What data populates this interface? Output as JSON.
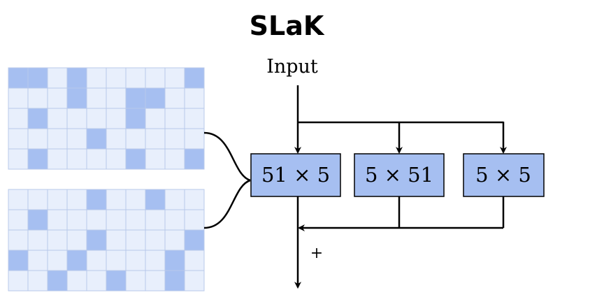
{
  "title": "SLaK",
  "input_label": "Input",
  "plus_label": "+",
  "boxes": [
    {
      "label": "51 × 5"
    },
    {
      "label": "5 × 51"
    },
    {
      "label": "5 × 5"
    }
  ],
  "colors": {
    "box_fill": "#a6bff1",
    "box_stroke": "#000000",
    "cell_light": "#e8effc",
    "cell_dark": "#a6bff1",
    "cell_border": "#b8c9ea"
  },
  "grids": [
    {
      "rows": 5,
      "cols": 10,
      "filled": [
        [
          0,
          0
        ],
        [
          0,
          1
        ],
        [
          0,
          3
        ],
        [
          0,
          9
        ],
        [
          1,
          3
        ],
        [
          1,
          6
        ],
        [
          1,
          7
        ],
        [
          2,
          1
        ],
        [
          2,
          6
        ],
        [
          3,
          4
        ],
        [
          4,
          1
        ],
        [
          4,
          6
        ],
        [
          4,
          9
        ]
      ]
    },
    {
      "rows": 5,
      "cols": 10,
      "filled": [
        [
          0,
          4
        ],
        [
          0,
          7
        ],
        [
          1,
          1
        ],
        [
          2,
          4
        ],
        [
          2,
          9
        ],
        [
          3,
          0
        ],
        [
          3,
          3
        ],
        [
          3,
          8
        ],
        [
          4,
          2
        ],
        [
          4,
          5
        ],
        [
          4,
          8
        ]
      ]
    }
  ]
}
